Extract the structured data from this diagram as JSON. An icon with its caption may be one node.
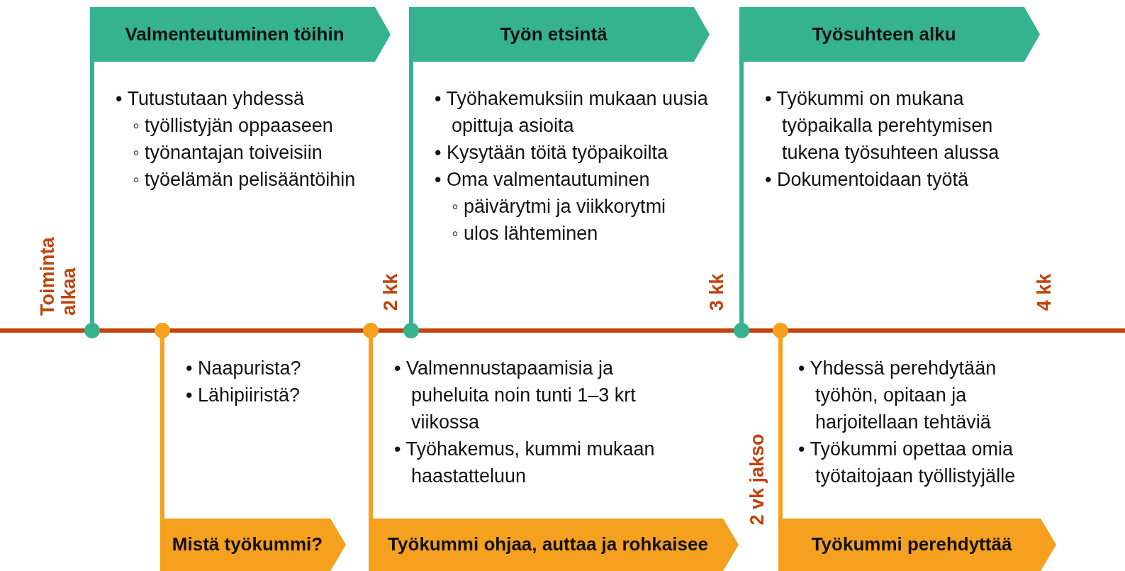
{
  "diagram": {
    "nodes": [
      {
        "text": [
          "Valmenteutuminen töihin",
          "• Tutustutaan yhdessä",
          "◦ työllistyjän oppaaseen",
          "◦ työnantajan toiveisiin",
          "◦ työelämän pelisääntöihin"
        ]
      },
      {
        "text": [
          "Työn etsintä",
          "• Työhakemuksiin mukaan uusia opittuja asioita",
          "• Kysytään töitä työpaikoilta",
          "• Oma valmentautuminen",
          "◦ päivärytmi ja viikkorytmi",
          "◦ ulos lähteminen"
        ]
      },
      {
        "text": [
          "Työsuhteen alku",
          "• Työkummi on mukana työpaikalla perehtymisen tukena työsuhteen alussa",
          "• Dokumentoidaan työtä"
        ]
      },
      {
        "text": [
          "• Naapurista?",
          "• Lähipiiristä?",
          "Mistä työkummi?"
        ]
      },
      {
        "text": [
          "• Valmennustapaamisia ja puheluita noin tunti 1–3 krt viikossa",
          "• Työhakemus, kummi mukaan haastatteluun",
          "Työkummi ohjaa, auttaa ja rohkaisee"
        ]
      },
      {
        "text": [
          "• Yhdessä perehdytään työhön, opitaan ja harjoitellaan tehtäviä",
          "• Työkummi opettaa omia työtaitojaan työllistyjälle",
          "Työkummi perehdyttää"
        ]
      }
    ],
    "edges": [],
    "labels": [
      "Toiminta alkaa",
      "2 kk",
      "3 kk",
      "4 kk",
      "2 vk jakso"
    ]
  }
}
